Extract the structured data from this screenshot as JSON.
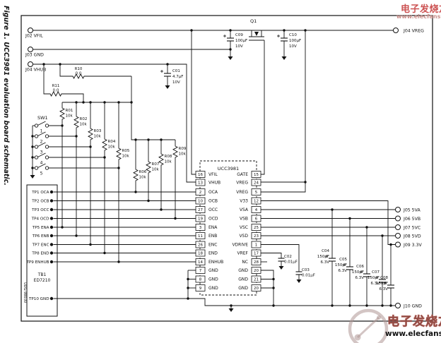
{
  "figure": {
    "caption": "Figure 1. UCC3981 evaluation board schematic.",
    "drawing_number": "UDG-98030"
  },
  "watermark": {
    "brand": "电子发烧友",
    "url": "www.elecfans.com"
  },
  "ic": {
    "name": "UCC3981",
    "left_pins": [
      [
        "16",
        "VFIL"
      ],
      [
        "13",
        "VHUB"
      ],
      [
        "2",
        "OCA"
      ],
      [
        "10",
        "OCB"
      ],
      [
        "27",
        "OCC"
      ],
      [
        "19",
        "OCD"
      ],
      [
        "3",
        "ENA"
      ],
      [
        "11",
        "ENB"
      ],
      [
        "26",
        "ENC"
      ],
      [
        "18",
        "END"
      ],
      [
        "14",
        "ENHUB"
      ],
      [
        "7",
        "GND"
      ],
      [
        "8",
        "GND"
      ],
      [
        "9",
        "GND"
      ]
    ],
    "right_pins": [
      [
        "15",
        "GATE"
      ],
      [
        "24",
        "VREG"
      ],
      [
        "5",
        "VREG"
      ],
      [
        "12",
        "V33"
      ],
      [
        "4",
        "VSA"
      ],
      [
        "6",
        "VSB"
      ],
      [
        "25",
        "VSC"
      ],
      [
        "23",
        "VSD"
      ],
      [
        "1",
        "VDRIVE"
      ],
      [
        "17",
        "VREF"
      ],
      [
        "28",
        "NC"
      ],
      [
        "20",
        "GND"
      ],
      [
        "21",
        "GND"
      ],
      [
        "20",
        "GND"
      ]
    ]
  },
  "connectors": [
    [
      "J02",
      "VFIL"
    ],
    [
      "J03",
      "GND"
    ],
    [
      "J04",
      "VHUB"
    ],
    [
      "J04",
      "VREG"
    ],
    [
      "J05",
      "5VA"
    ],
    [
      "J06",
      "5VB"
    ],
    [
      "J07",
      "5VC"
    ],
    [
      "J08",
      "5VD"
    ],
    [
      "J09",
      "3.3V"
    ],
    [
      "J10",
      "GND"
    ]
  ],
  "terminal_block": {
    "ref": "TB1",
    "part": "ED7210",
    "test_points": [
      "TP1 OCA",
      "TP2 OCB",
      "TP3 OCC",
      "TP4 OCD",
      "TP5 ENA",
      "TP6 ENB",
      "TP7 ENC",
      "TP8 END",
      "TP9 ENHUB",
      "TP10 GND"
    ]
  },
  "switch": {
    "ref": "SW1",
    "positions": [
      "1",
      "2",
      "3",
      "4",
      "5"
    ]
  },
  "transistor": {
    "ref": "Q1"
  },
  "resistors": [
    [
      "R01",
      "10k"
    ],
    [
      "R02",
      "10k"
    ],
    [
      "R03",
      "10k"
    ],
    [
      "R04",
      "10k"
    ],
    [
      "R05",
      "10k"
    ],
    [
      "R06",
      "10k"
    ],
    [
      "R07",
      "10k"
    ],
    [
      "R08",
      "10k"
    ],
    [
      "R09",
      "10k"
    ],
    [
      "R10",
      "0.0"
    ],
    [
      "R11",
      "0.0"
    ]
  ],
  "capacitors": [
    [
      "C01",
      "4.7µF",
      "10V"
    ],
    [
      "C02",
      "0.01µF",
      ""
    ],
    [
      "C03",
      "0.01µF",
      ""
    ],
    [
      "C04",
      "150µF",
      "6.3V"
    ],
    [
      "C05",
      "150µF",
      "6.3V"
    ],
    [
      "C06",
      "150µF",
      "6.3V"
    ],
    [
      "C07",
      "150µF",
      "6.3V"
    ],
    [
      "C08",
      "150µF",
      "6.3V"
    ],
    [
      "C09",
      "100µF",
      "10V"
    ],
    [
      "C10",
      "100µF",
      "10V"
    ]
  ]
}
